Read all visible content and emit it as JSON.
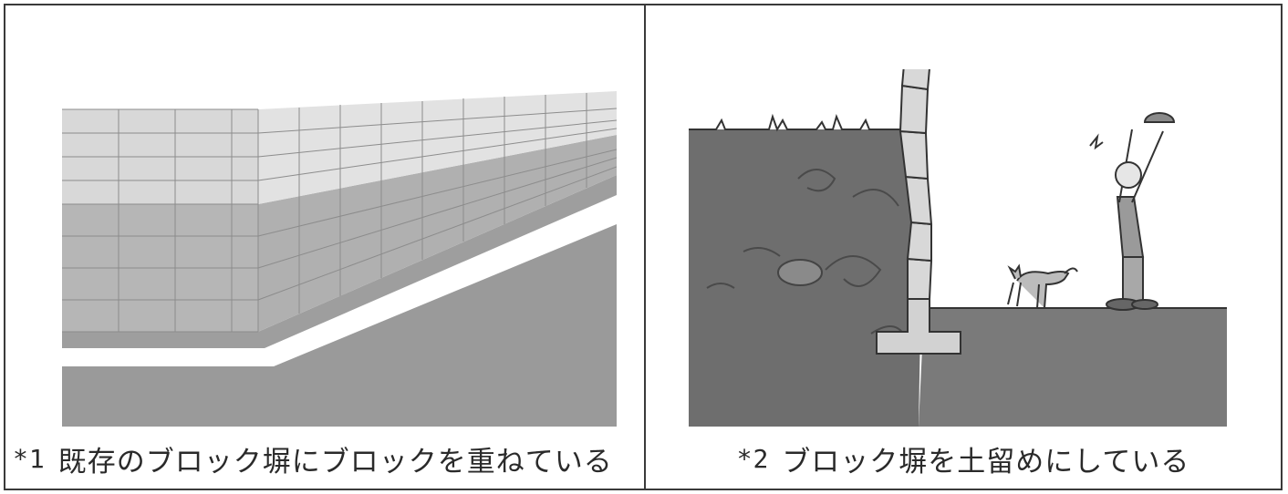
{
  "panels": [
    {
      "label": "*1",
      "caption": "既存のブロック塀にブロックを重ねている",
      "illustration": "block-wall-stacked-on-existing-wall"
    },
    {
      "label": "*2",
      "caption": "ブロック塀を土留めにしている",
      "illustration": "block-wall-used-as-retaining-wall"
    }
  ],
  "colors": {
    "border": "#3a3a3a",
    "soil": "#6e6e6e",
    "ground": "#9a9a9a",
    "block_light": "#dadada",
    "block_mid": "#c4c4c4",
    "wall_lower": "#b2b2b2",
    "grid_line": "#8c8c8c",
    "curb": "#ffffff"
  }
}
